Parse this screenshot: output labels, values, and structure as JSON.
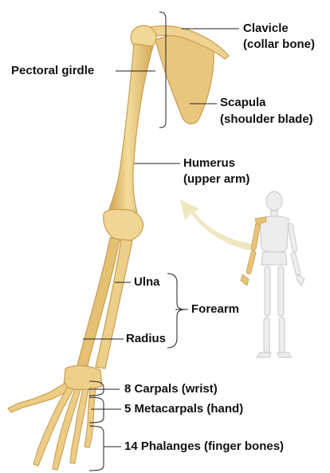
{
  "labels": {
    "clavicle": "Clavicle",
    "clavicle_sub": "(collar bone)",
    "pectoral_girdle": "Pectoral girdle",
    "scapula": "Scapula",
    "scapula_sub": "(shoulder blade)",
    "humerus": "Humerus",
    "humerus_sub": "(upper arm)",
    "ulna": "Ulna",
    "forearm": "Forearm",
    "radius": "Radius",
    "carpals": "8 Carpals (wrist)",
    "metacarpals": "5 Metacarpals (hand)",
    "phalanges": "14 Phalanges (finger bones)"
  },
  "colors": {
    "bone": "#e8c47a",
    "bone_dark": "#c9a04e",
    "bone_light": "#f6e3b0",
    "skeleton": "#ececec",
    "arrow": "#efe6c2",
    "leader": "#222222"
  }
}
